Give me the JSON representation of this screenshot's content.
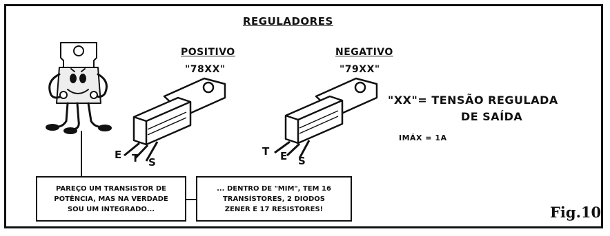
{
  "title": "REGULADORES",
  "positive": {
    "heading": "POSITIVO",
    "code": "\"78XX\"",
    "pins": [
      "E",
      "T",
      "S"
    ]
  },
  "negative": {
    "heading": "NEGATIVO",
    "code": "\"79XX\"",
    "pins": [
      "T",
      "E",
      "S"
    ]
  },
  "note": {
    "line1": "\"XX\"= TENSÃO REGULADA",
    "line2": "DE SAÍDA"
  },
  "imax": "IMÁX = 1A",
  "bubble_left": {
    "lines": [
      "PAREÇO UM TRANSISTOR DE",
      "POTÊNCIA, MAS NA VERDADE",
      "SOU UM INTEGRADO..."
    ]
  },
  "bubble_right": {
    "lines": [
      "... DENTRO DE \"MIM\", TEM 16",
      "TRANSÍSTORES, 2 DIODOS",
      "ZENER E 17 RESISTORES!"
    ]
  },
  "figure_label": "Fig.10"
}
